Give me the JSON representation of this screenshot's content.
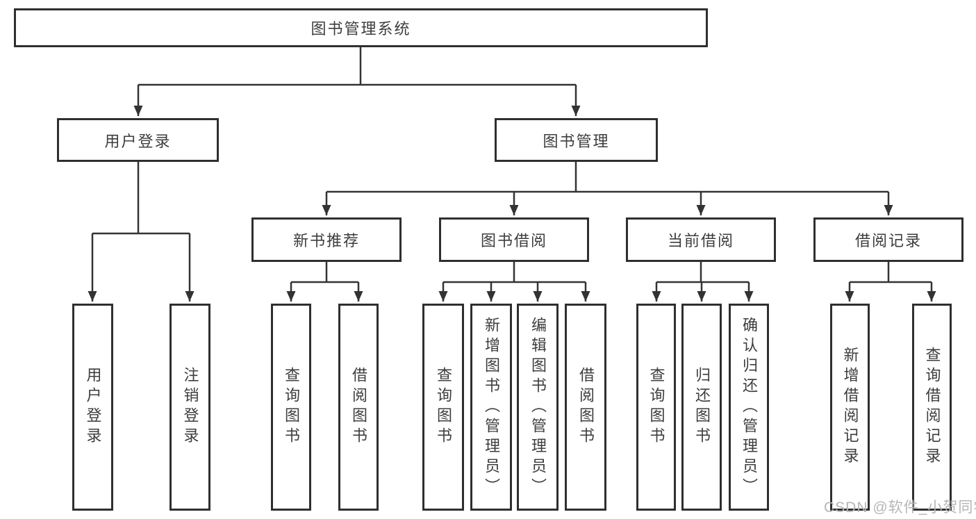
{
  "diagram": {
    "type": "functional-structure-tree",
    "colors": {
      "line": "#333333",
      "box_border": "#2f2f2f",
      "box_fill": "#ffffff",
      "text": "#3d3d3d",
      "watermark_text": "#b5b5b5",
      "background": "#ffffff"
    },
    "tree": {
      "root": "图书管理系统",
      "branches": [
        {
          "label": "用户登录",
          "children": [
            "用户登录",
            "注销登录"
          ]
        },
        {
          "label": "图书管理",
          "groups": [
            {
              "label": "新书推荐",
              "children": [
                "查询图书",
                "借阅图书"
              ]
            },
            {
              "label": "图书借阅",
              "children": [
                "查询图书",
                "新增图书（管理员）",
                "编辑图书（管理员）",
                "借阅图书"
              ]
            },
            {
              "label": "当前借阅",
              "children": [
                "查询图书",
                "归还图书",
                "确认归还（管理员）"
              ]
            },
            {
              "label": "借阅记录",
              "children": [
                "新增借阅记录",
                "查询借阅记录"
              ]
            }
          ]
        }
      ]
    },
    "watermark": "CSDN @软件_小贺同学"
  }
}
